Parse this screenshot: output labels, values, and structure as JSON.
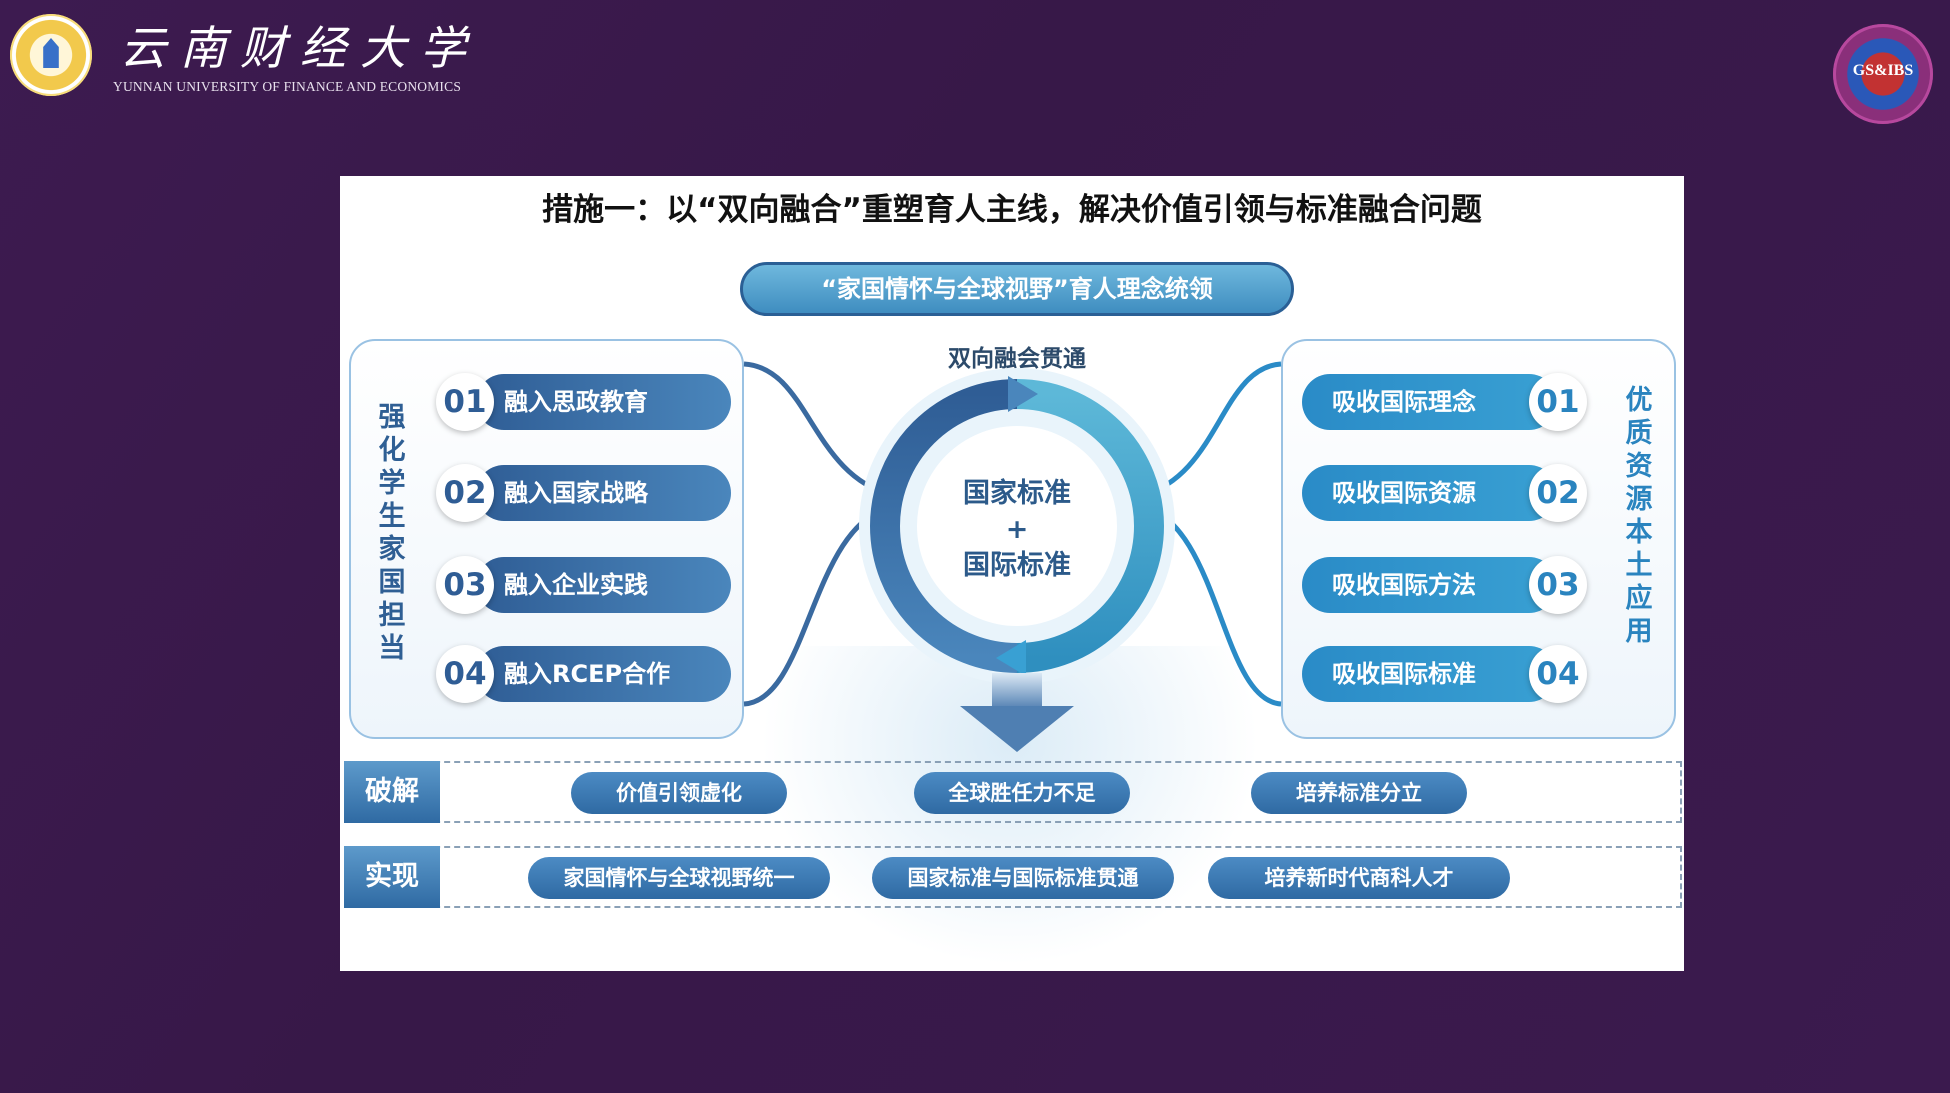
{
  "header": {
    "university_cn": "云南财经大学",
    "university_en": "YUNNAN UNIVERSITY OF FINANCE AND ECONOMICS",
    "partner_logo_text": "GS&IBS"
  },
  "slide": {
    "title": "措施一：以“双向融合”重塑育人主线，解决价值引领与标准融合问题",
    "banner": "“家国情怀与全球视野”育人理念统领",
    "subtitle": "双向融会贯通",
    "center": {
      "line1": "国家标准",
      "plus": "+",
      "line2": "国际标准"
    },
    "left_vertical": "强化学生家国担当",
    "right_vertical": "优质资源本土应用",
    "left_items": [
      {
        "num": "01",
        "label": "融入思政教育"
      },
      {
        "num": "02",
        "label": "融入国家战略"
      },
      {
        "num": "03",
        "label": "融入企业实践"
      },
      {
        "num": "04",
        "label": "融入RCEP合作"
      }
    ],
    "right_items": [
      {
        "num": "01",
        "label": "吸收国际理念"
      },
      {
        "num": "02",
        "label": "吸收国际资源"
      },
      {
        "num": "03",
        "label": "吸收国际方法"
      },
      {
        "num": "04",
        "label": "吸收国际标准"
      }
    ],
    "rows": [
      {
        "tag": "破解",
        "chips": [
          "价值引领虚化",
          "全球胜任力不足",
          "培养标准分立"
        ]
      },
      {
        "tag": "实现",
        "chips": [
          "家国情怀与全球视野统一",
          "国家标准与国际标准贯通",
          "培养新时代商科人才"
        ]
      }
    ],
    "colors": {
      "dark_blue": "#2f5d95",
      "light_blue": "#2a8bc7",
      "bg_purple": "#3a1a4c"
    }
  }
}
